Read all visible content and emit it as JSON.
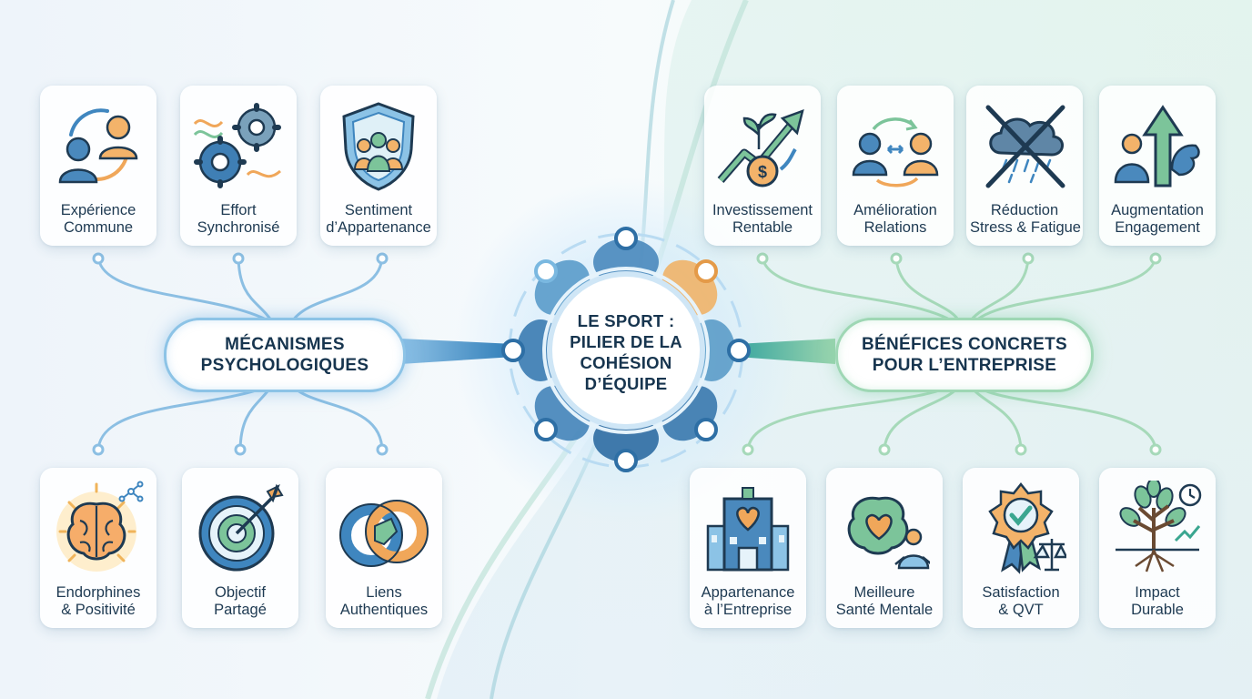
{
  "center": {
    "title_lines": [
      "LE SPORT :",
      "PILIER DE LA",
      "COHÉSION",
      "D’ÉQUIPE"
    ]
  },
  "left_hub": {
    "lines": [
      "MÉCANISMES",
      "PSYCHOLOGIQUES"
    ],
    "color": "#8cc3e6"
  },
  "right_hub": {
    "lines": [
      "BÉNÉFICES CONCRETS",
      "POUR L’ENTREPRISE"
    ],
    "color": "#9ed7b4"
  },
  "left_top": [
    {
      "lines": [
        "Expérience",
        "Commune"
      ],
      "icon": "shared-experience-icon"
    },
    {
      "lines": [
        "Effort",
        "Synchronisé"
      ],
      "icon": "gears-icon"
    },
    {
      "lines": [
        "Sentiment",
        "d’Appartenance"
      ],
      "icon": "shield-group-icon"
    }
  ],
  "left_bottom": [
    {
      "lines": [
        "Endorphines",
        "& Positivité"
      ],
      "icon": "brain-icon"
    },
    {
      "lines": [
        "Objectif",
        "Partagé"
      ],
      "icon": "target-icon"
    },
    {
      "lines": [
        "Liens",
        "Authentiques"
      ],
      "icon": "linked-rings-icon"
    }
  ],
  "right_top": [
    {
      "lines": [
        "Investissement",
        "Rentable"
      ],
      "icon": "growth-money-icon"
    },
    {
      "lines": [
        "Amélioration",
        "Relations"
      ],
      "icon": "relations-icon"
    },
    {
      "lines": [
        "Réduction",
        "Stress & Fatigue"
      ],
      "icon": "crossed-cloud-icon"
    },
    {
      "lines": [
        "Augmentation",
        "Engagement"
      ],
      "icon": "engagement-icon"
    }
  ],
  "right_bottom": [
    {
      "lines": [
        "Appartenance",
        "à l’Entreprise"
      ],
      "icon": "building-heart-icon"
    },
    {
      "lines": [
        "Meilleure",
        "Santé Mentale"
      ],
      "icon": "brain-heart-icon"
    },
    {
      "lines": [
        "Satisfaction",
        "& QVT"
      ],
      "icon": "badge-scale-icon"
    },
    {
      "lines": [
        "Impact",
        "Durable"
      ],
      "icon": "tree-icon"
    }
  ],
  "colors": {
    "blue": "#3f86bf",
    "green": "#7cc49a",
    "text": "#17354f"
  }
}
